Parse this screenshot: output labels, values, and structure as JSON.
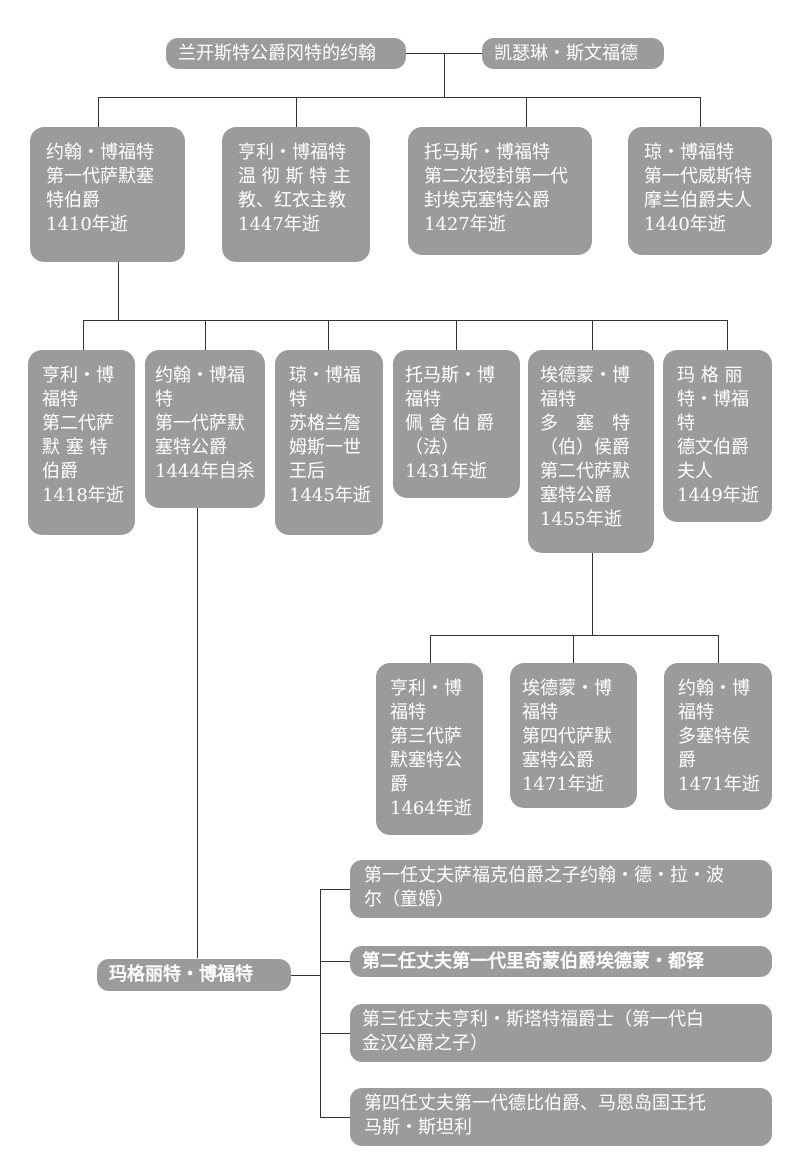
{
  "parents": {
    "father": [
      "兰开斯特公爵冈特的约翰"
    ],
    "mother": [
      "凯瑟琳・斯文福德"
    ]
  },
  "children": [
    [
      "约翰・博福特",
      "第一代萨默塞",
      "特伯爵",
      "1410年逝"
    ],
    [
      "亨利・博福特",
      "温 彻 斯 特 主",
      "教、红衣主教",
      "1447年逝"
    ],
    [
      "托马斯・博福特",
      "第二次授封第一代",
      "封埃克塞特公爵",
      "1427年逝"
    ],
    [
      "琼・博福特",
      "第一代威斯特",
      "摩兰伯爵夫人",
      "1440年逝"
    ]
  ],
  "grandchildren": [
    [
      "亨利・博",
      "福特",
      "第二代萨",
      "默 塞 特",
      "伯爵",
      "1418年逝"
    ],
    [
      "约翰・博福",
      "特",
      "第一代萨默",
      "塞特公爵",
      "1444年自杀"
    ],
    [
      "琼・博福",
      "特",
      "苏格兰詹",
      "姆斯一世",
      "王后",
      "1445年逝"
    ],
    [
      "托马斯・博",
      "福特",
      "佩 舍 伯 爵",
      "（法）",
      "1431年逝"
    ],
    [
      "埃德蒙・博",
      "福特",
      "多　塞　特",
      "（伯）侯爵",
      "第二代萨默",
      "塞特公爵",
      "1455年逝"
    ],
    [
      "玛 格 丽",
      "特・博福",
      "特",
      "德文伯爵",
      "夫人",
      "1449年逝"
    ]
  ],
  "great_grandchildren": [
    [
      "亨利・博",
      "福特",
      "第三代萨",
      "默塞特公",
      "爵",
      "1464年逝"
    ],
    [
      "埃德蒙・博",
      "福特",
      "第四代萨默",
      "塞特公爵",
      "1471年逝"
    ],
    [
      "约翰・博",
      "福特",
      "多塞特侯",
      "爵",
      "1471年逝"
    ]
  ],
  "margaret": [
    "玛格丽特・博福特"
  ],
  "husbands": [
    [
      "第一任丈夫萨福克伯爵之子约翰・德・拉・波",
      "尔（童婚）"
    ],
    [
      "第二任丈夫第一代里奇蒙伯爵埃德蒙・都铎"
    ],
    [
      "第三任丈夫亨利・斯塔特福爵士（第一代白",
      "金汉公爵之子）"
    ],
    [
      "第四任丈夫第一代德比伯爵、马恩岛国王托",
      "马斯・斯坦利"
    ]
  ]
}
